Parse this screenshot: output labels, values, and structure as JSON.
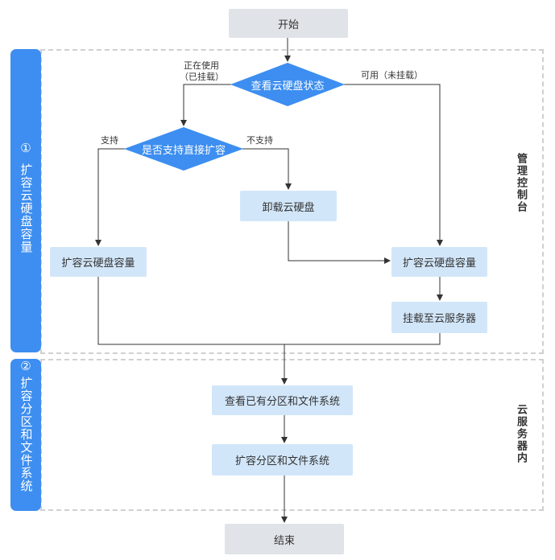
{
  "stages": [
    {
      "number": "①",
      "label": "扩容云硬盘容量",
      "side_label": "管理控制台"
    },
    {
      "number": "②",
      "label": "扩容分区和文件系统",
      "side_label": "云服务器内"
    }
  ],
  "nodes": {
    "start": "开始",
    "check_status": "查看云硬盘状态",
    "direct_expand_q": "是否支持直接扩容",
    "detach": "卸载云硬盘",
    "expand_left": "扩容云硬盘容量",
    "expand_right": "扩容云硬盘容量",
    "attach": "挂载至云服务器",
    "check_partition": "查看已有分区和文件系统",
    "expand_partition": "扩容分区和文件系统",
    "end": "结束"
  },
  "edge_labels": {
    "in_use_line1": "正在使用",
    "in_use_line2": "（已挂载）",
    "available": "可用（未挂载）",
    "supported": "支持",
    "not_supported": "不支持"
  },
  "colors": {
    "accent_blue": "#3d8ef0",
    "process_fill": "#d2e6f9",
    "terminal_fill": "#e0e3e7",
    "line": "#333333"
  }
}
